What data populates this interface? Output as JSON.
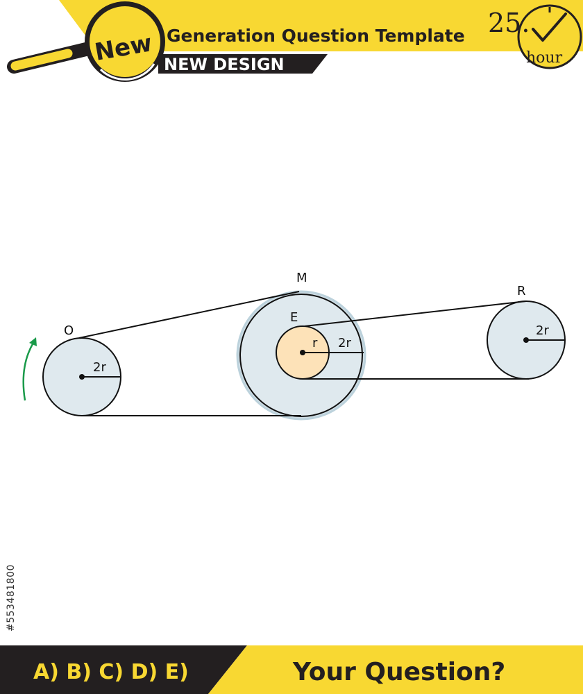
{
  "header": {
    "badge_text": "New",
    "title": "Generation Question Template",
    "subtitle": "NEW DESIGN",
    "timer_value": "25.",
    "timer_unit": "hour"
  },
  "diagram": {
    "labels": {
      "left_wheel": "O",
      "middle_top": "M",
      "inner_wheel": "E",
      "right_wheel": "R"
    },
    "radius_labels": {
      "left": "2r",
      "inner": "r",
      "middle_outer": "2r",
      "right": "2r"
    }
  },
  "footer": {
    "choices": "A) B) C) D) E)",
    "question": "Your Question?"
  },
  "stock_id": "#553481800",
  "colors": {
    "yellow": "#f8d832",
    "dark": "#231f20",
    "wheel_fill": "#dfe9ee",
    "inner_fill": "#fde2b8",
    "arrow": "#1a9a4a"
  }
}
